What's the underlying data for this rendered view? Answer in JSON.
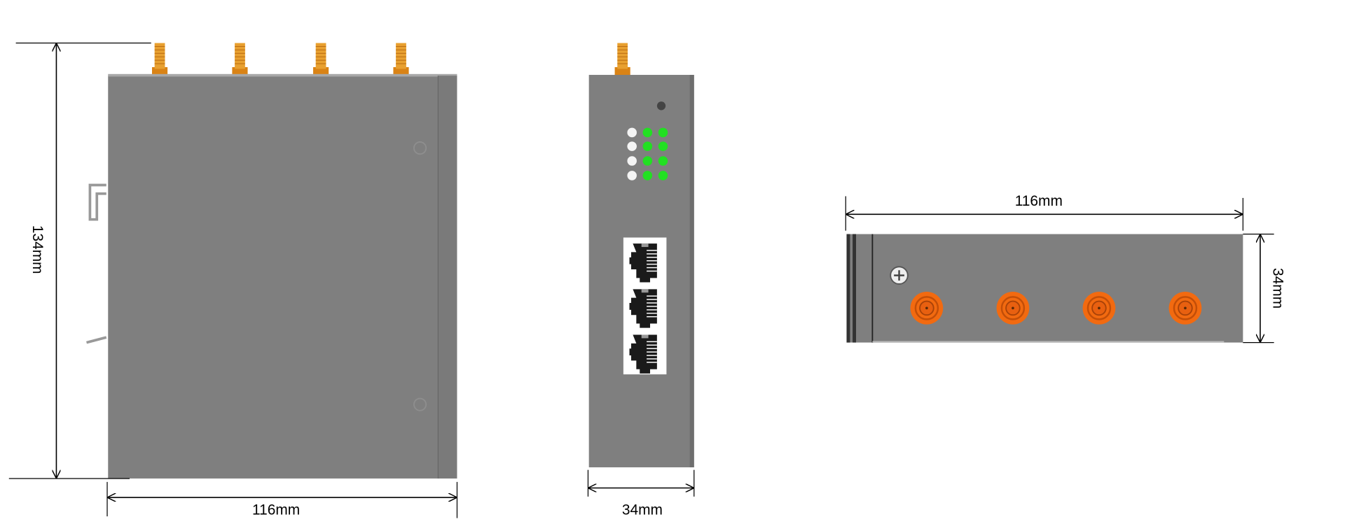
{
  "drawing": {
    "front_view": {
      "height_label": "134mm",
      "width_label": "116mm",
      "antenna_count": 4
    },
    "side_view": {
      "width_label": "34mm",
      "led_rows": 4,
      "ethernet_ports": 3
    },
    "top_view": {
      "width_label": "116mm",
      "depth_label": "34mm",
      "connector_count": 4
    }
  },
  "colors": {
    "body": "#7f7f7f",
    "antenna": "#e0901c",
    "connector": "#f26a10",
    "led_green": "#22e022",
    "led_white": "#f4f4f4"
  }
}
